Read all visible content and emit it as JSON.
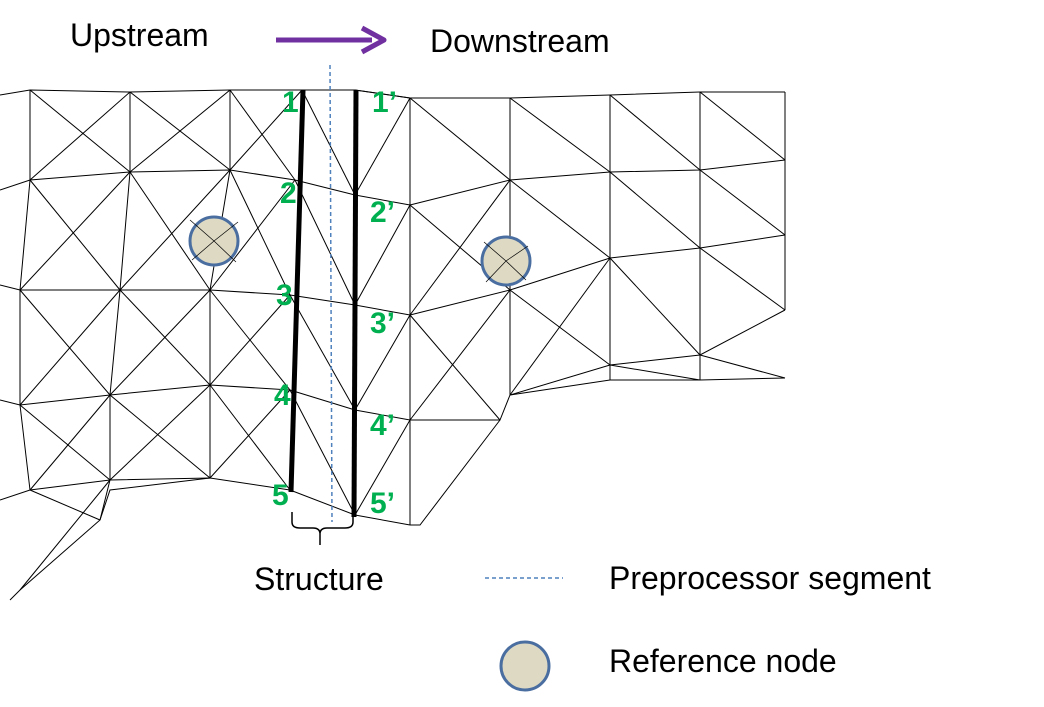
{
  "flow": {
    "upstream_label": "Upstream",
    "downstream_label": "Downstream",
    "arrow_color": "#7030a0"
  },
  "structure_label": "Structure",
  "upstream_nodes": [
    "1",
    "2",
    "3",
    "4",
    "5"
  ],
  "downstream_nodes": [
    "1’",
    "2’",
    "3’",
    "4’",
    "5’"
  ],
  "node_label_color": "#00b050",
  "legend": {
    "segment_label": "Preprocessor segment",
    "segment_color": "#4f81bd",
    "reference_label": "Reference node",
    "reference_fill": "#ddd9c3",
    "reference_stroke": "#4a6ea0"
  }
}
